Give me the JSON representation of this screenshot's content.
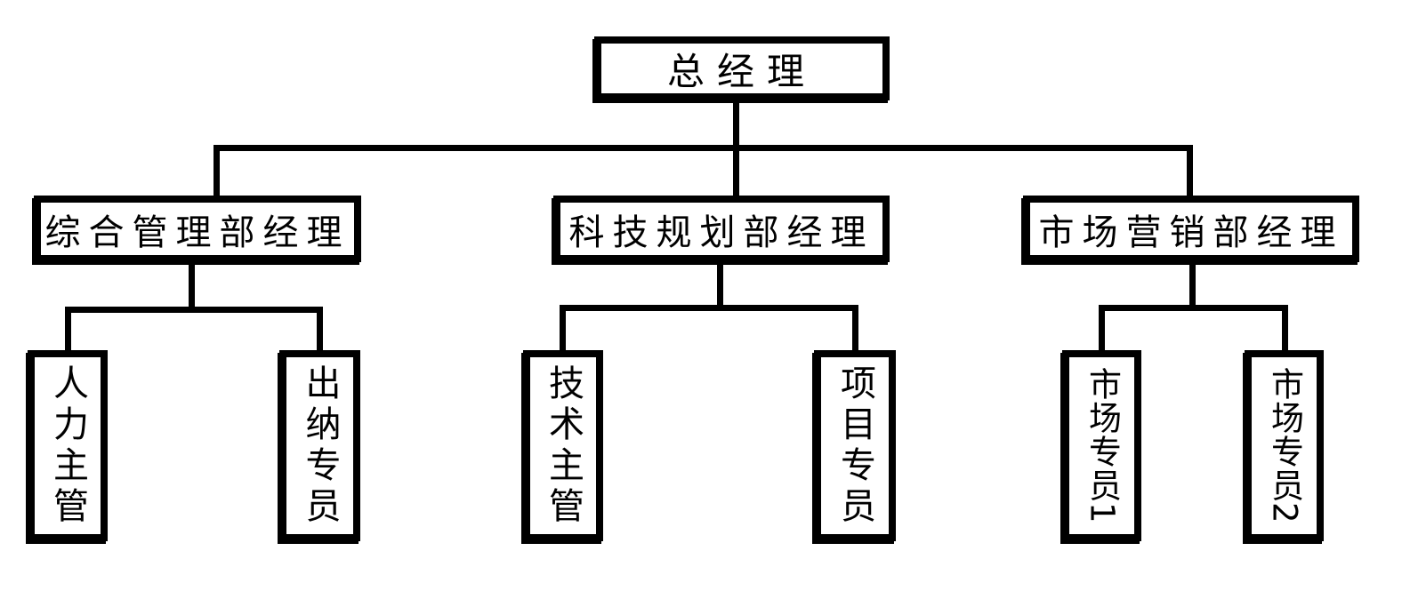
{
  "org_chart": {
    "type": "org-hierarchy",
    "root": {
      "label": "总经理"
    },
    "departments": [
      {
        "label": "综合管理部经理",
        "children": [
          {
            "label": "人力主管"
          },
          {
            "label": "出纳专员"
          }
        ]
      },
      {
        "label": "科技规划部经理",
        "children": [
          {
            "label": "技术主管"
          },
          {
            "label": "项目专员"
          }
        ]
      },
      {
        "label": "市场营销部经理",
        "children": [
          {
            "label": "市场专员1"
          },
          {
            "label": "市场专员2"
          }
        ]
      }
    ],
    "colors": {
      "line": "#000000",
      "box_border": "#000000",
      "text": "#000000",
      "background": "#ffffff"
    }
  }
}
